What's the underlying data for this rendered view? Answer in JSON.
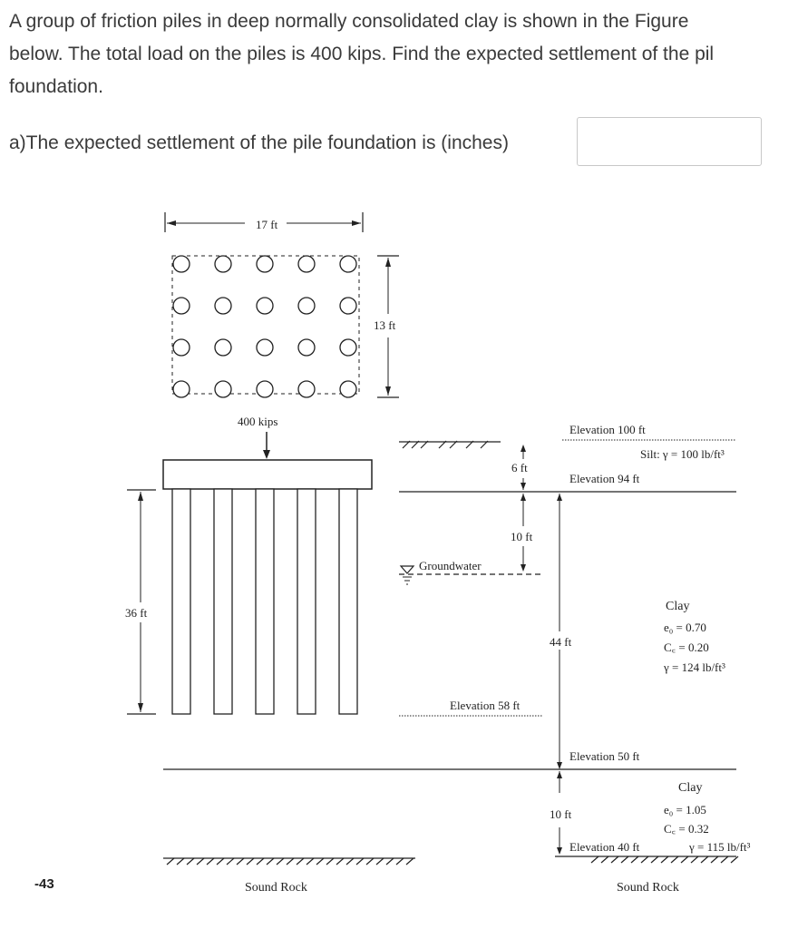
{
  "question": {
    "lines": [
      "A group of friction piles in deep normally consolidated clay is shown in the Figure",
      "below. The total load on the piles is 400 kips. Find the expected settlement of the pil",
      "foundation."
    ],
    "part_a": "a)The expected settlement of the pile foundation is (inches)",
    "answer_value": ""
  },
  "figure": {
    "plan_width": "17 ft",
    "plan_depth": "13 ft",
    "load": "400 kips",
    "pile_length": "36 ft",
    "dim_6ft": "6 ft",
    "dim_10ft_gw": "10 ft",
    "dim_44ft": "44 ft",
    "dim_10ft_bottom": "10 ft",
    "groundwater": "Groundwater",
    "elev_100": "Elevation 100 ft",
    "elev_94": "Elevation 94 ft",
    "elev_58": "Elevation 58 ft",
    "elev_50": "Elevation 50 ft",
    "elev_40": "Elevation 40 ft",
    "silt_label": "Silt: γ = 100 lb/ft³",
    "clay1": {
      "name": "Clay",
      "e0": "e₀ = 0.70",
      "cc": "C꜀ = 0.20",
      "gamma": "γ  = 124 lb/ft³"
    },
    "clay2": {
      "name": "Clay",
      "e0": "e₀ = 1.05",
      "cc": "C꜀ = 0.32",
      "gamma": "γ  = 115 lb/ft³"
    },
    "rock_left": "Sound Rock",
    "rock_right": "Sound Rock"
  },
  "problem_id": "-43"
}
